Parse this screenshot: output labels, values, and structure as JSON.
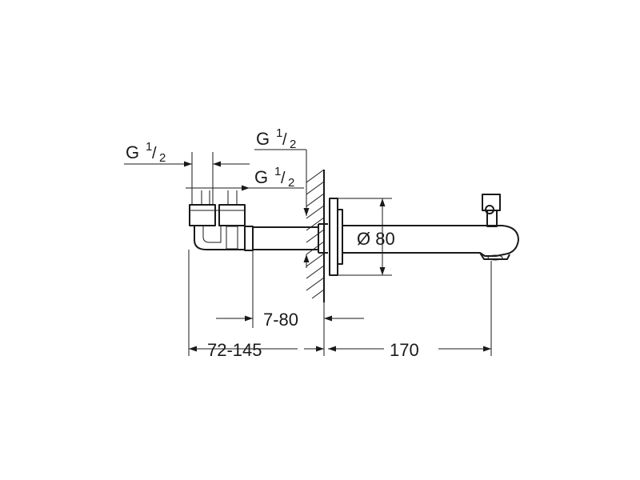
{
  "labels": {
    "thread_left": {
      "main": "G",
      "num": "1",
      "den": "2"
    },
    "thread_top": {
      "main": "G",
      "num": "1",
      "den": "2"
    },
    "thread_mid": {
      "main": "G",
      "num": "1",
      "den": "2"
    },
    "diameter": "Ø 80",
    "depth_range": "7-80",
    "body_range": "72-145",
    "spout_length": "170"
  }
}
